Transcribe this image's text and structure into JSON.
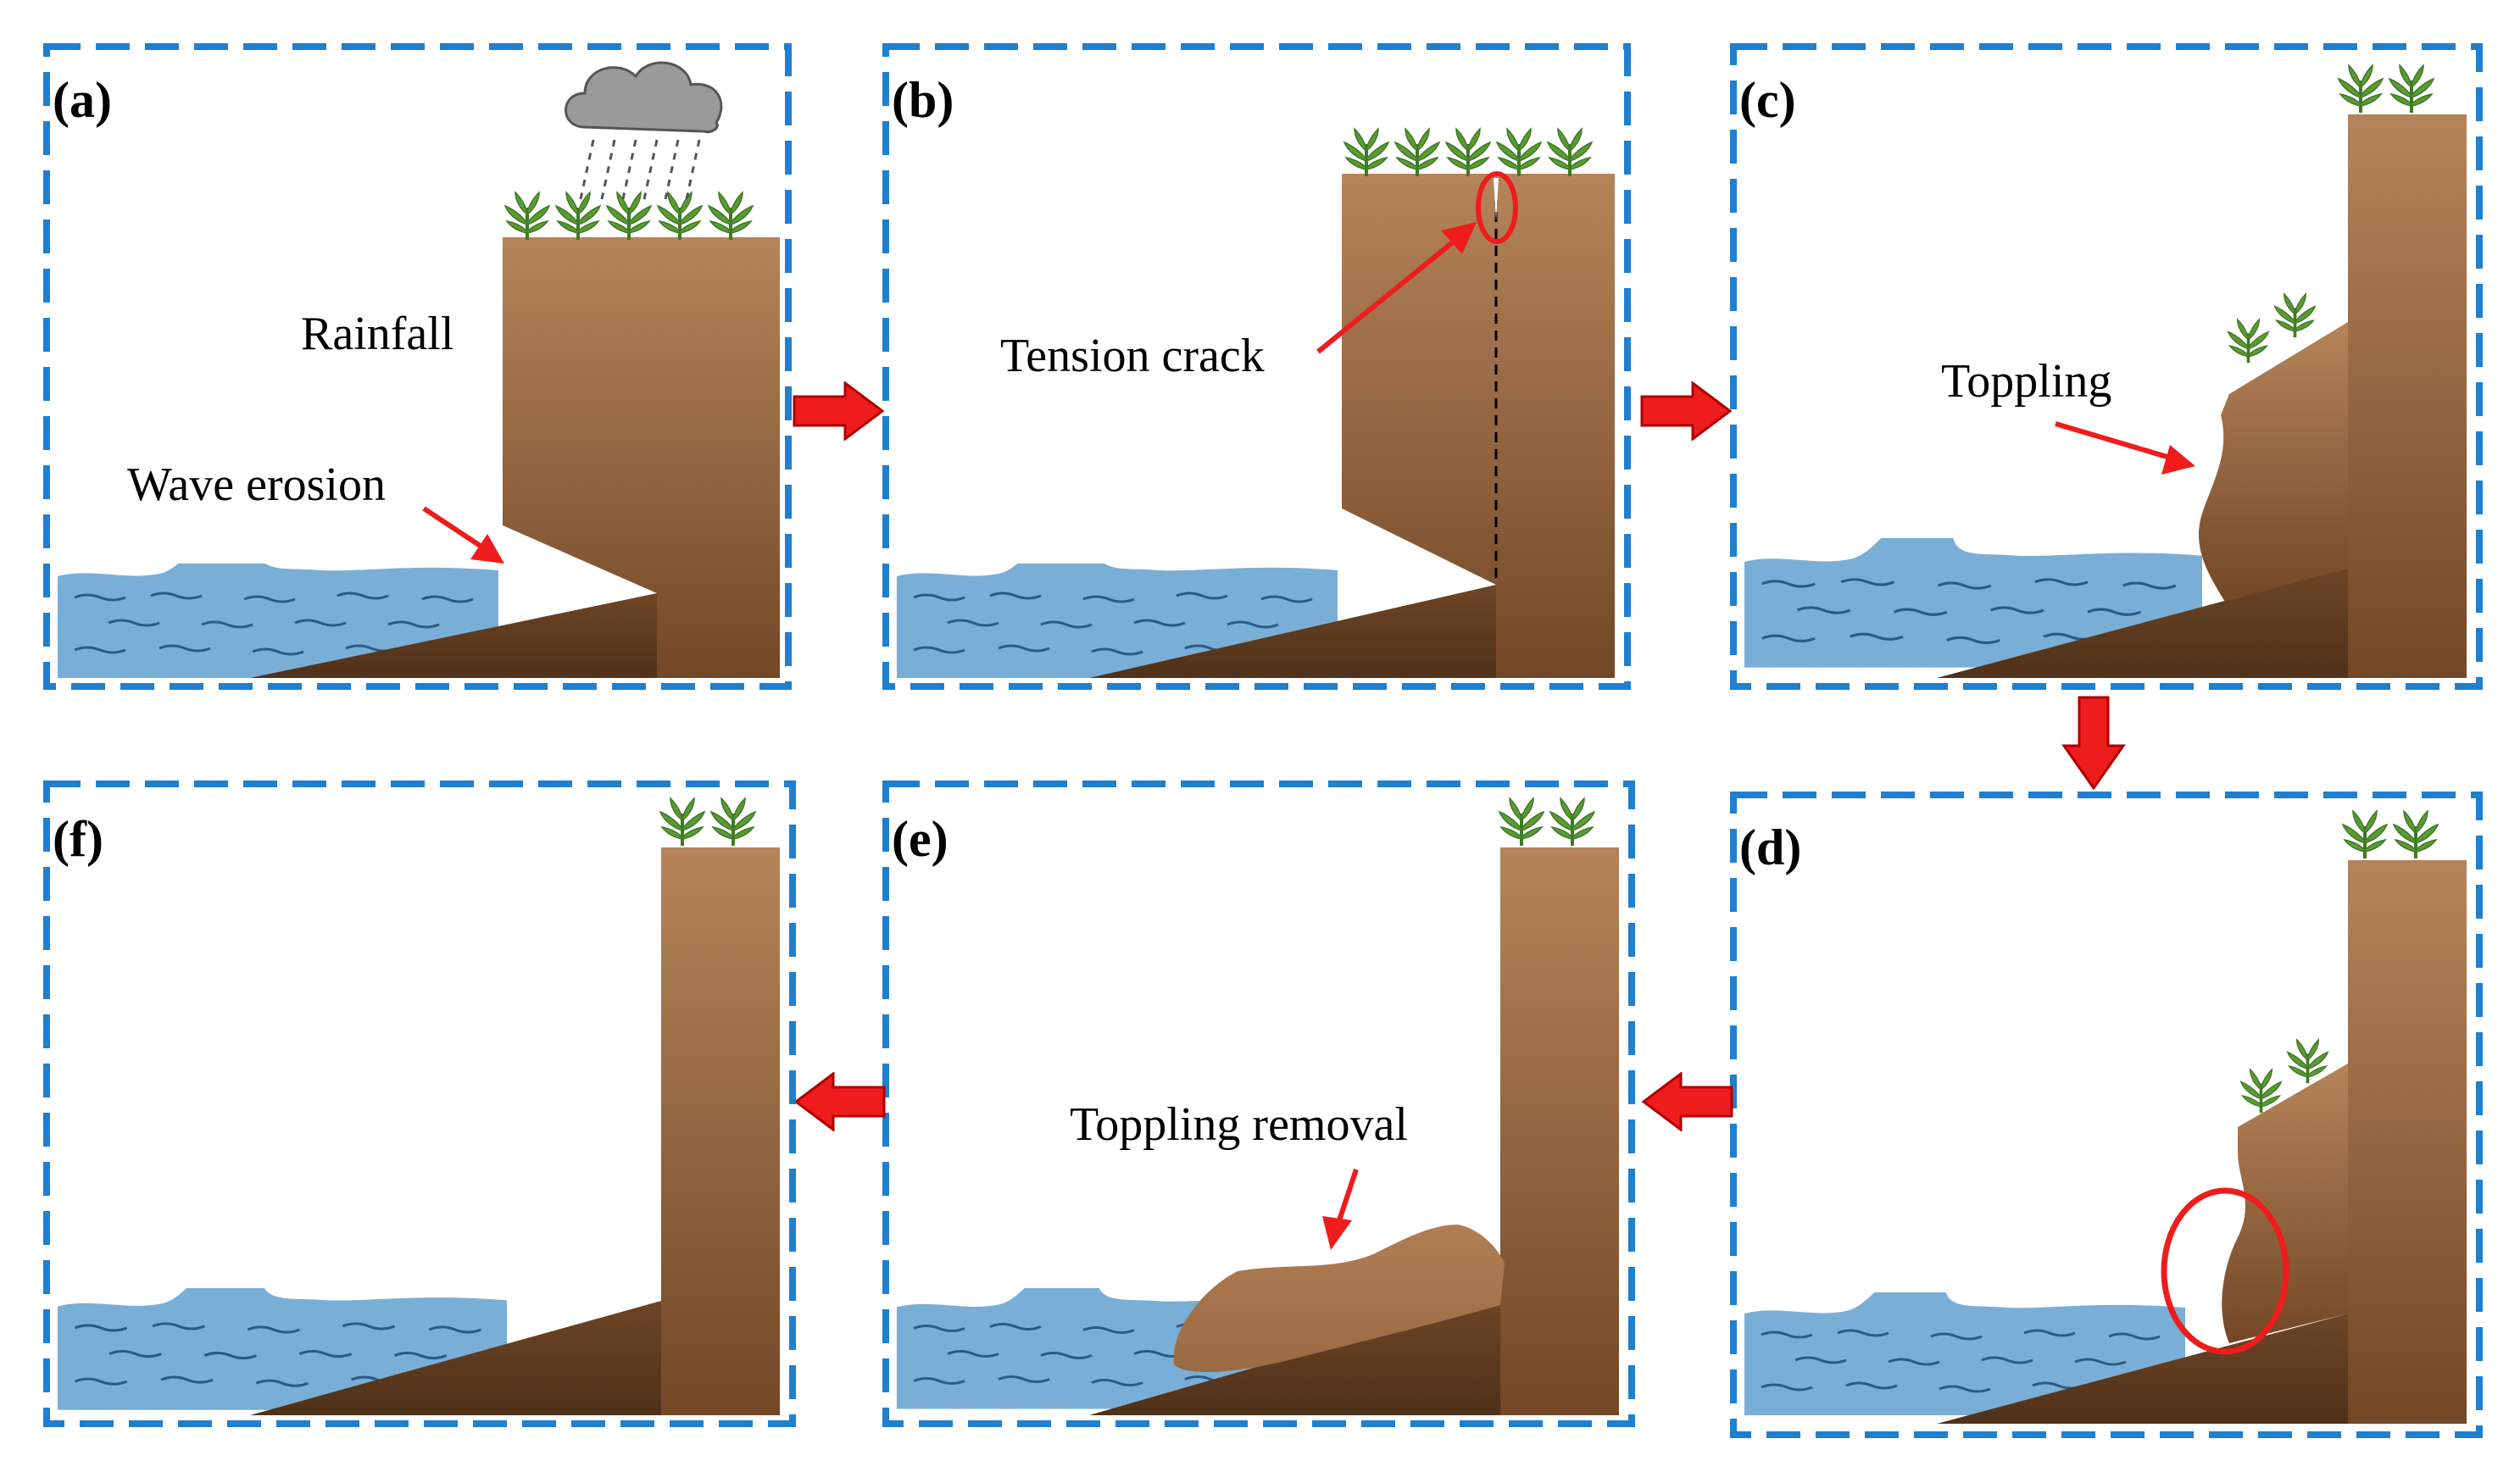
{
  "panels": {
    "a": {
      "letter": "(a)",
      "label_rainfall": "Rainfall",
      "label_wave": "Wave erosion"
    },
    "b": {
      "letter": "(b)",
      "label_crack": "Tension crack"
    },
    "c": {
      "letter": "(c)",
      "label_toppling": "Toppling"
    },
    "d": {
      "letter": "(d)"
    },
    "e": {
      "letter": "(e)",
      "label_removal": "Toppling removal"
    },
    "f": {
      "letter": "(f)"
    }
  },
  "colors": {
    "frame": "#1f7fd0",
    "arrow": "#ee1c1c",
    "water": "#79aed6",
    "wave_line": "#2a5a86",
    "cliff_top": "#b07e55",
    "cliff_bottom": "#7a4d2a",
    "ground": "#5c3a1f",
    "plant": "#5b9a36",
    "cloud": "#9a9a9a"
  },
  "icons": [
    "cloud-icon",
    "rain-icon",
    "plant-icon",
    "wave-icon",
    "arrow-right-icon",
    "arrow-down-icon",
    "arrow-left-icon",
    "highlight-ellipse-icon"
  ]
}
